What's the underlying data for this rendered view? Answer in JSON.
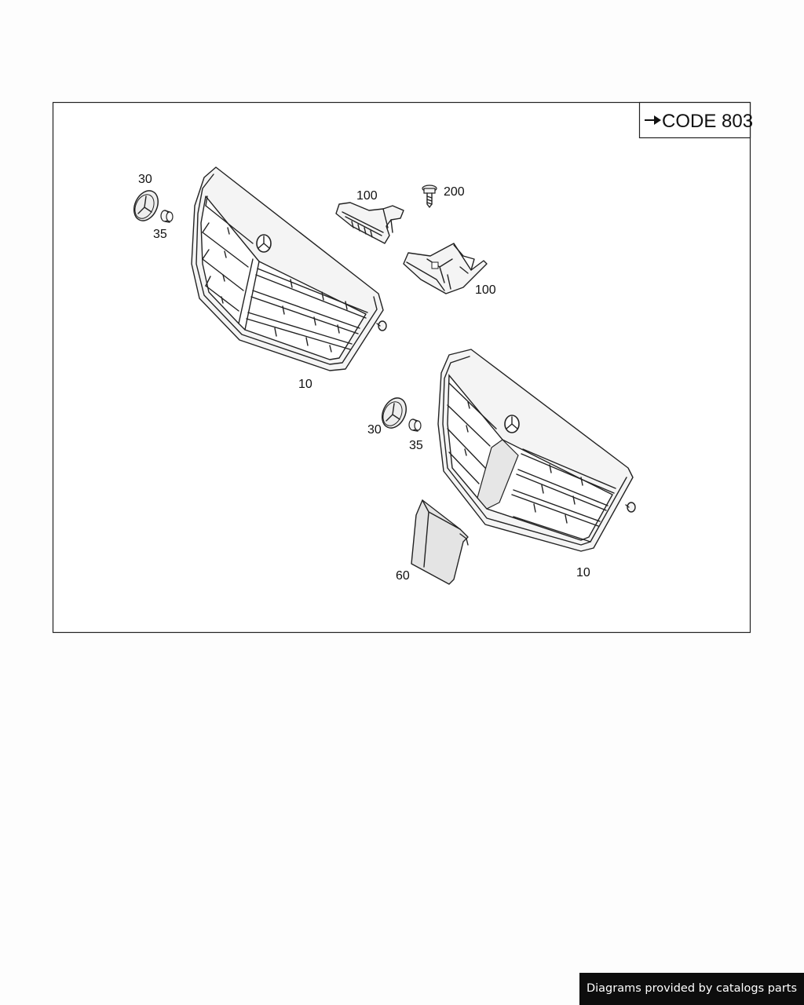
{
  "code_tag": {
    "arrow": "arrow-right-icon",
    "text": "CODE 803"
  },
  "callouts": {
    "emblem_left": "30",
    "bushing_left": "35",
    "bracket_top": "100",
    "bolt": "200",
    "bracket_right": "100",
    "grille_left": "10",
    "emblem_right": "30",
    "bushing_right": "35",
    "cover": "60",
    "grille_right": "10"
  },
  "footer": {
    "credit": "Diagrams provided by catalogs parts"
  }
}
